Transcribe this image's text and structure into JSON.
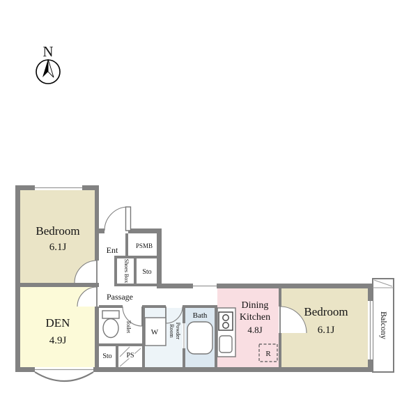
{
  "compass": {
    "label": "N"
  },
  "rooms": {
    "bedroom_top": {
      "name": "Bedroom",
      "size": "6.1J"
    },
    "den": {
      "name": "DEN",
      "size": "4.9J"
    },
    "entrance": {
      "label": "Ent"
    },
    "psmb": {
      "label": "PSMB"
    },
    "shoes_box": {
      "label": "Shoes Box"
    },
    "storage_upper": {
      "label": "Sto"
    },
    "passage": {
      "label": "Passage"
    },
    "toilet": {
      "label": "Toilet"
    },
    "washer": {
      "label": "W"
    },
    "powder_room": {
      "line1": "Powder",
      "line2": "Room"
    },
    "bath": {
      "label": "Bath"
    },
    "storage_lower": {
      "label": "Sto"
    },
    "pipe_space": {
      "label": "PS"
    },
    "dining_kitchen": {
      "line1": "Dining",
      "line2": "Kitchen",
      "size": "4.8J"
    },
    "refrigerator": {
      "label": "R"
    },
    "bedroom_right": {
      "name": "Bedroom",
      "size": "6.1J"
    },
    "balcony": {
      "label": "Balcony"
    }
  },
  "colors": {
    "wall": "#828282",
    "bedroom": "#EAE4C6",
    "den": "#FCFAD8",
    "dining_kitchen": "#F9DEE2",
    "bath": "#DCE8F1",
    "powder": "#EDF4F8"
  }
}
